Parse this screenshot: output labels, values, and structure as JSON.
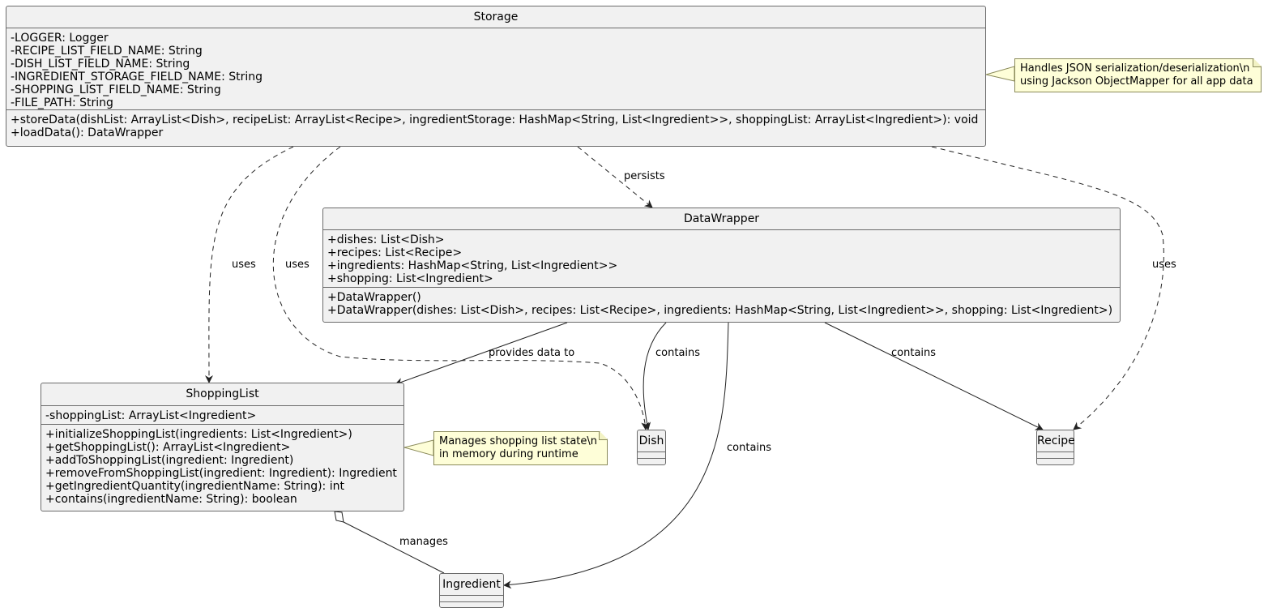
{
  "classes": {
    "storage": {
      "name": "Storage",
      "fields": [
        "-LOGGER: Logger",
        "-RECIPE_LIST_FIELD_NAME: String",
        "-DISH_LIST_FIELD_NAME: String",
        "-INGREDIENT_STORAGE_FIELD_NAME: String",
        "-SHOPPING_LIST_FIELD_NAME: String",
        "-FILE_PATH: String"
      ],
      "methods": [
        "+storeData(dishList: ArrayList<Dish>, recipeList: ArrayList<Recipe>, ingredientStorage: HashMap<String, List<Ingredient>>, shoppingList: ArrayList<Ingredient>): void",
        "+loadData(): DataWrapper"
      ]
    },
    "datawrapper": {
      "name": "DataWrapper",
      "fields": [
        "+dishes: List<Dish>",
        "+recipes: List<Recipe>",
        "+ingredients: HashMap<String, List<Ingredient>>",
        "+shopping: List<Ingredient>"
      ],
      "methods": [
        "+DataWrapper()",
        "+DataWrapper(dishes: List<Dish>, recipes: List<Recipe>, ingredients: HashMap<String, List<Ingredient>>, shopping: List<Ingredient>)"
      ]
    },
    "shoppinglist": {
      "name": "ShoppingList",
      "fields": [
        "-shoppingList: ArrayList<Ingredient>"
      ],
      "methods": [
        "+initializeShoppingList(ingredients: List<Ingredient>)",
        "+getShoppingList(): ArrayList<Ingredient>",
        "+addToShoppingList(ingredient: Ingredient)",
        "+removeFromShoppingList(ingredient: Ingredient): Ingredient",
        "+getIngredientQuantity(ingredientName: String): int",
        "+contains(ingredientName: String): boolean"
      ]
    },
    "dish": {
      "name": "Dish"
    },
    "recipe": {
      "name": "Recipe"
    },
    "ingredient": {
      "name": "Ingredient"
    }
  },
  "notes": {
    "storage": [
      "Handles JSON serialization/deserialization\\n",
      "using Jackson ObjectMapper for all app data"
    ],
    "shoppinglist": [
      "Manages shopping list state\\n",
      "in memory during runtime"
    ]
  },
  "edges": {
    "persists": "persists",
    "uses_shopping": "uses",
    "uses_dish": "uses",
    "uses_recipe": "uses",
    "provides": "provides data to",
    "contains_dish": "contains",
    "contains_recipe": "contains",
    "contains_ingredient": "contains",
    "manages": "manages"
  }
}
